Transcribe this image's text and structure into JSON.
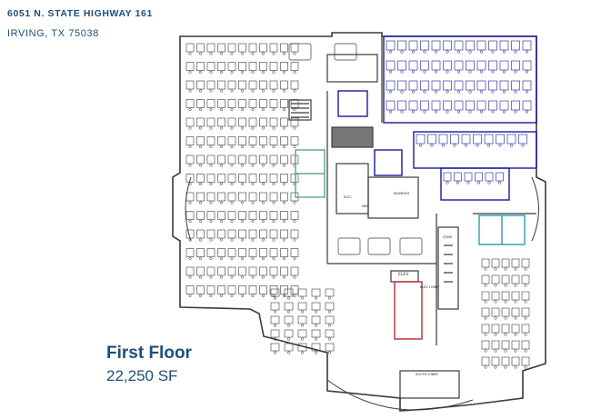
{
  "header": {
    "address_line1": "6051 N. STATE HIGHWAY 161",
    "address_line2": "IRVING, TX 75038"
  },
  "floor": {
    "title": "First Floor",
    "area": "22,250 SF"
  },
  "room_labels": {
    "elev": "ELEV.",
    "elev_lobby": "ELEV LOBBY",
    "south_lobby": "SOUTH LOBBY",
    "womens": "WOMEN'S",
    "mens": "MEN",
    "elec": "ELEC",
    "stair": "STAIR"
  },
  "colors": {
    "text": "#1f4e79",
    "plan_line": "#3a3a3a",
    "highlight_blue": "#1a1aa0",
    "highlight_teal": "#2a9db0",
    "highlight_green": "#3d9a6a",
    "highlight_red": "#c0282d"
  }
}
